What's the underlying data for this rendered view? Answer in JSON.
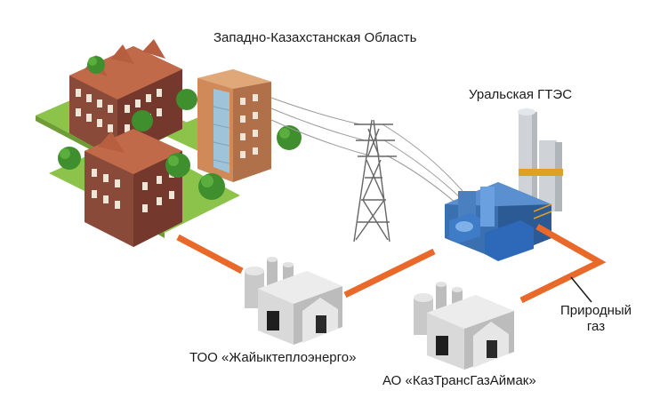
{
  "labels": {
    "region": "Западно-Казахстанская Область",
    "station": "Уральская ГТЭС",
    "heating_company": "ТОО «Жайыктеплоэнерго»",
    "gas_company": "АО «КазТрансГазАймак»",
    "natural_gas_line1": "Природный",
    "natural_gas_line2": "газ"
  },
  "colors": {
    "pipe": "#e8692a",
    "grass": "#8cc34a",
    "brick": "#8a4a3a",
    "roof": "#c06a4a",
    "factory": "#d9d9d9",
    "station_blue": "#3a6fb0",
    "tower": "#666666"
  },
  "icons": {
    "city": "residential-buildings-icon",
    "tower": "power-line-tower-icon",
    "station": "gas-turbine-power-plant-icon",
    "factory1": "heating-plant-factory-icon",
    "factory2": "gas-distribution-factory-icon"
  }
}
